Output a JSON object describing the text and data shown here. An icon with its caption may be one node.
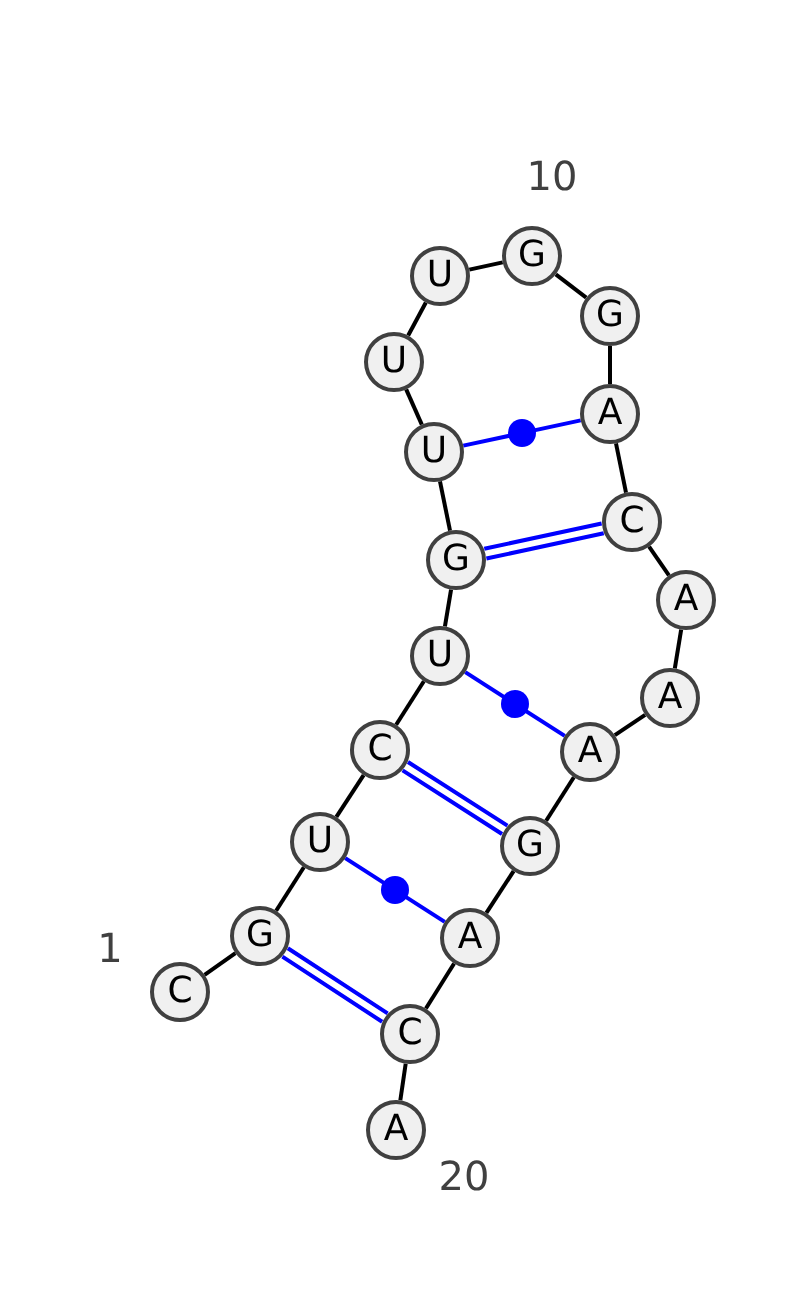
{
  "diagram": {
    "nodes": [
      {
        "text": [
          "C"
        ]
      },
      {
        "text": [
          "G"
        ]
      },
      {
        "text": [
          "U"
        ]
      },
      {
        "text": [
          "C"
        ]
      },
      {
        "text": [
          "U"
        ]
      },
      {
        "text": [
          "G"
        ]
      },
      {
        "text": [
          "U"
        ]
      },
      {
        "text": [
          "U"
        ]
      },
      {
        "text": [
          "U"
        ]
      },
      {
        "text": [
          "G"
        ]
      },
      {
        "text": [
          "G"
        ]
      },
      {
        "text": [
          "A"
        ]
      },
      {
        "text": [
          "C"
        ]
      },
      {
        "text": [
          "A"
        ]
      },
      {
        "text": [
          "A"
        ]
      },
      {
        "text": [
          "A"
        ]
      },
      {
        "text": [
          "G"
        ]
      },
      {
        "text": [
          "A"
        ]
      },
      {
        "text": [
          "C"
        ]
      },
      {
        "text": [
          "A"
        ]
      }
    ],
    "edges": [
      {
        "from": 0,
        "to": 1,
        "arrow": "none"
      },
      {
        "from": 1,
        "to": 2,
        "arrow": "none"
      },
      {
        "from": 2,
        "to": 3,
        "arrow": "none"
      },
      {
        "from": 3,
        "to": 4,
        "arrow": "none"
      },
      {
        "from": 4,
        "to": 5,
        "arrow": "none"
      },
      {
        "from": 5,
        "to": 6,
        "arrow": "none"
      },
      {
        "from": 6,
        "to": 7,
        "arrow": "none"
      },
      {
        "from": 7,
        "to": 8,
        "arrow": "none"
      },
      {
        "from": 8,
        "to": 9,
        "arrow": "none"
      },
      {
        "from": 9,
        "to": 10,
        "arrow": "none"
      },
      {
        "from": 10,
        "to": 11,
        "arrow": "none"
      },
      {
        "from": 11,
        "to": 12,
        "arrow": "none"
      },
      {
        "from": 12,
        "to": 13,
        "arrow": "none"
      },
      {
        "from": 13,
        "to": 14,
        "arrow": "none"
      },
      {
        "from": 14,
        "to": 15,
        "arrow": "none"
      },
      {
        "from": 15,
        "to": 16,
        "arrow": "none"
      },
      {
        "from": 16,
        "to": 17,
        "arrow": "none"
      },
      {
        "from": 17,
        "to": 18,
        "arrow": "none"
      },
      {
        "from": 18,
        "to": 19,
        "arrow": "none"
      },
      {
        "from": 1,
        "to": 18,
        "arrow": "none",
        "color": "#0000ff"
      },
      {
        "from": 2,
        "to": 17,
        "arrow": "none",
        "color": "#0000ff"
      },
      {
        "from": 3,
        "to": 16,
        "arrow": "none",
        "color": "#0000ff"
      },
      {
        "from": 4,
        "to": 15,
        "arrow": "none",
        "color": "#0000ff"
      },
      {
        "from": 5,
        "to": 12,
        "arrow": "none",
        "color": "#0000ff"
      },
      {
        "from": 6,
        "to": 11,
        "arrow": "none",
        "color": "#0000ff"
      }
    ],
    "labels": [
      "1",
      "10",
      "20"
    ]
  }
}
